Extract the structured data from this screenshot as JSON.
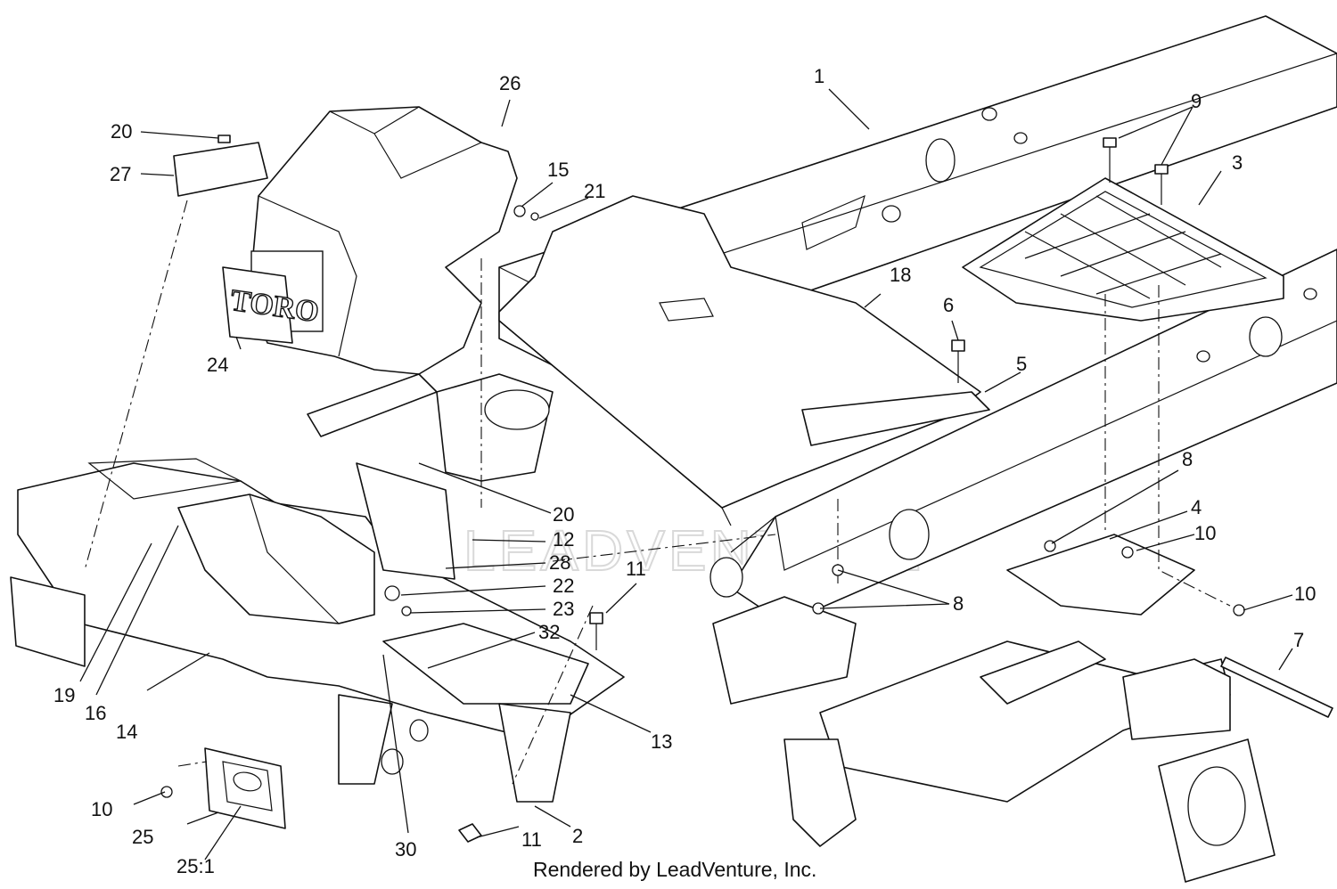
{
  "diagram": {
    "logo_text": "TORO",
    "watermark_text": "LEADVENTURE",
    "footer": "Rendered by LeadVenture, Inc.",
    "callouts": [
      {
        "id": "c1",
        "label": "1"
      },
      {
        "id": "c2",
        "label": "2"
      },
      {
        "id": "c3",
        "label": "3"
      },
      {
        "id": "c4",
        "label": "4"
      },
      {
        "id": "c5",
        "label": "5"
      },
      {
        "id": "c6",
        "label": "6"
      },
      {
        "id": "c7",
        "label": "7"
      },
      {
        "id": "c8a",
        "label": "8"
      },
      {
        "id": "c8b",
        "label": "8"
      },
      {
        "id": "c9",
        "label": "9"
      },
      {
        "id": "c10a",
        "label": "10"
      },
      {
        "id": "c10b",
        "label": "10"
      },
      {
        "id": "c10c",
        "label": "10"
      },
      {
        "id": "c11a",
        "label": "11"
      },
      {
        "id": "c11b",
        "label": "11"
      },
      {
        "id": "c12",
        "label": "12"
      },
      {
        "id": "c13",
        "label": "13"
      },
      {
        "id": "c14",
        "label": "14"
      },
      {
        "id": "c15",
        "label": "15"
      },
      {
        "id": "c16",
        "label": "16"
      },
      {
        "id": "c18",
        "label": "18"
      },
      {
        "id": "c19",
        "label": "19"
      },
      {
        "id": "c20a",
        "label": "20"
      },
      {
        "id": "c20b",
        "label": "20"
      },
      {
        "id": "c21",
        "label": "21"
      },
      {
        "id": "c22",
        "label": "22"
      },
      {
        "id": "c23",
        "label": "23"
      },
      {
        "id": "c24",
        "label": "24"
      },
      {
        "id": "c25",
        "label": "25"
      },
      {
        "id": "c25-1",
        "label": "25:1"
      },
      {
        "id": "c26",
        "label": "26"
      },
      {
        "id": "c27",
        "label": "27"
      },
      {
        "id": "c28",
        "label": "28"
      },
      {
        "id": "c30",
        "label": "30"
      },
      {
        "id": "c32",
        "label": "32"
      }
    ]
  }
}
